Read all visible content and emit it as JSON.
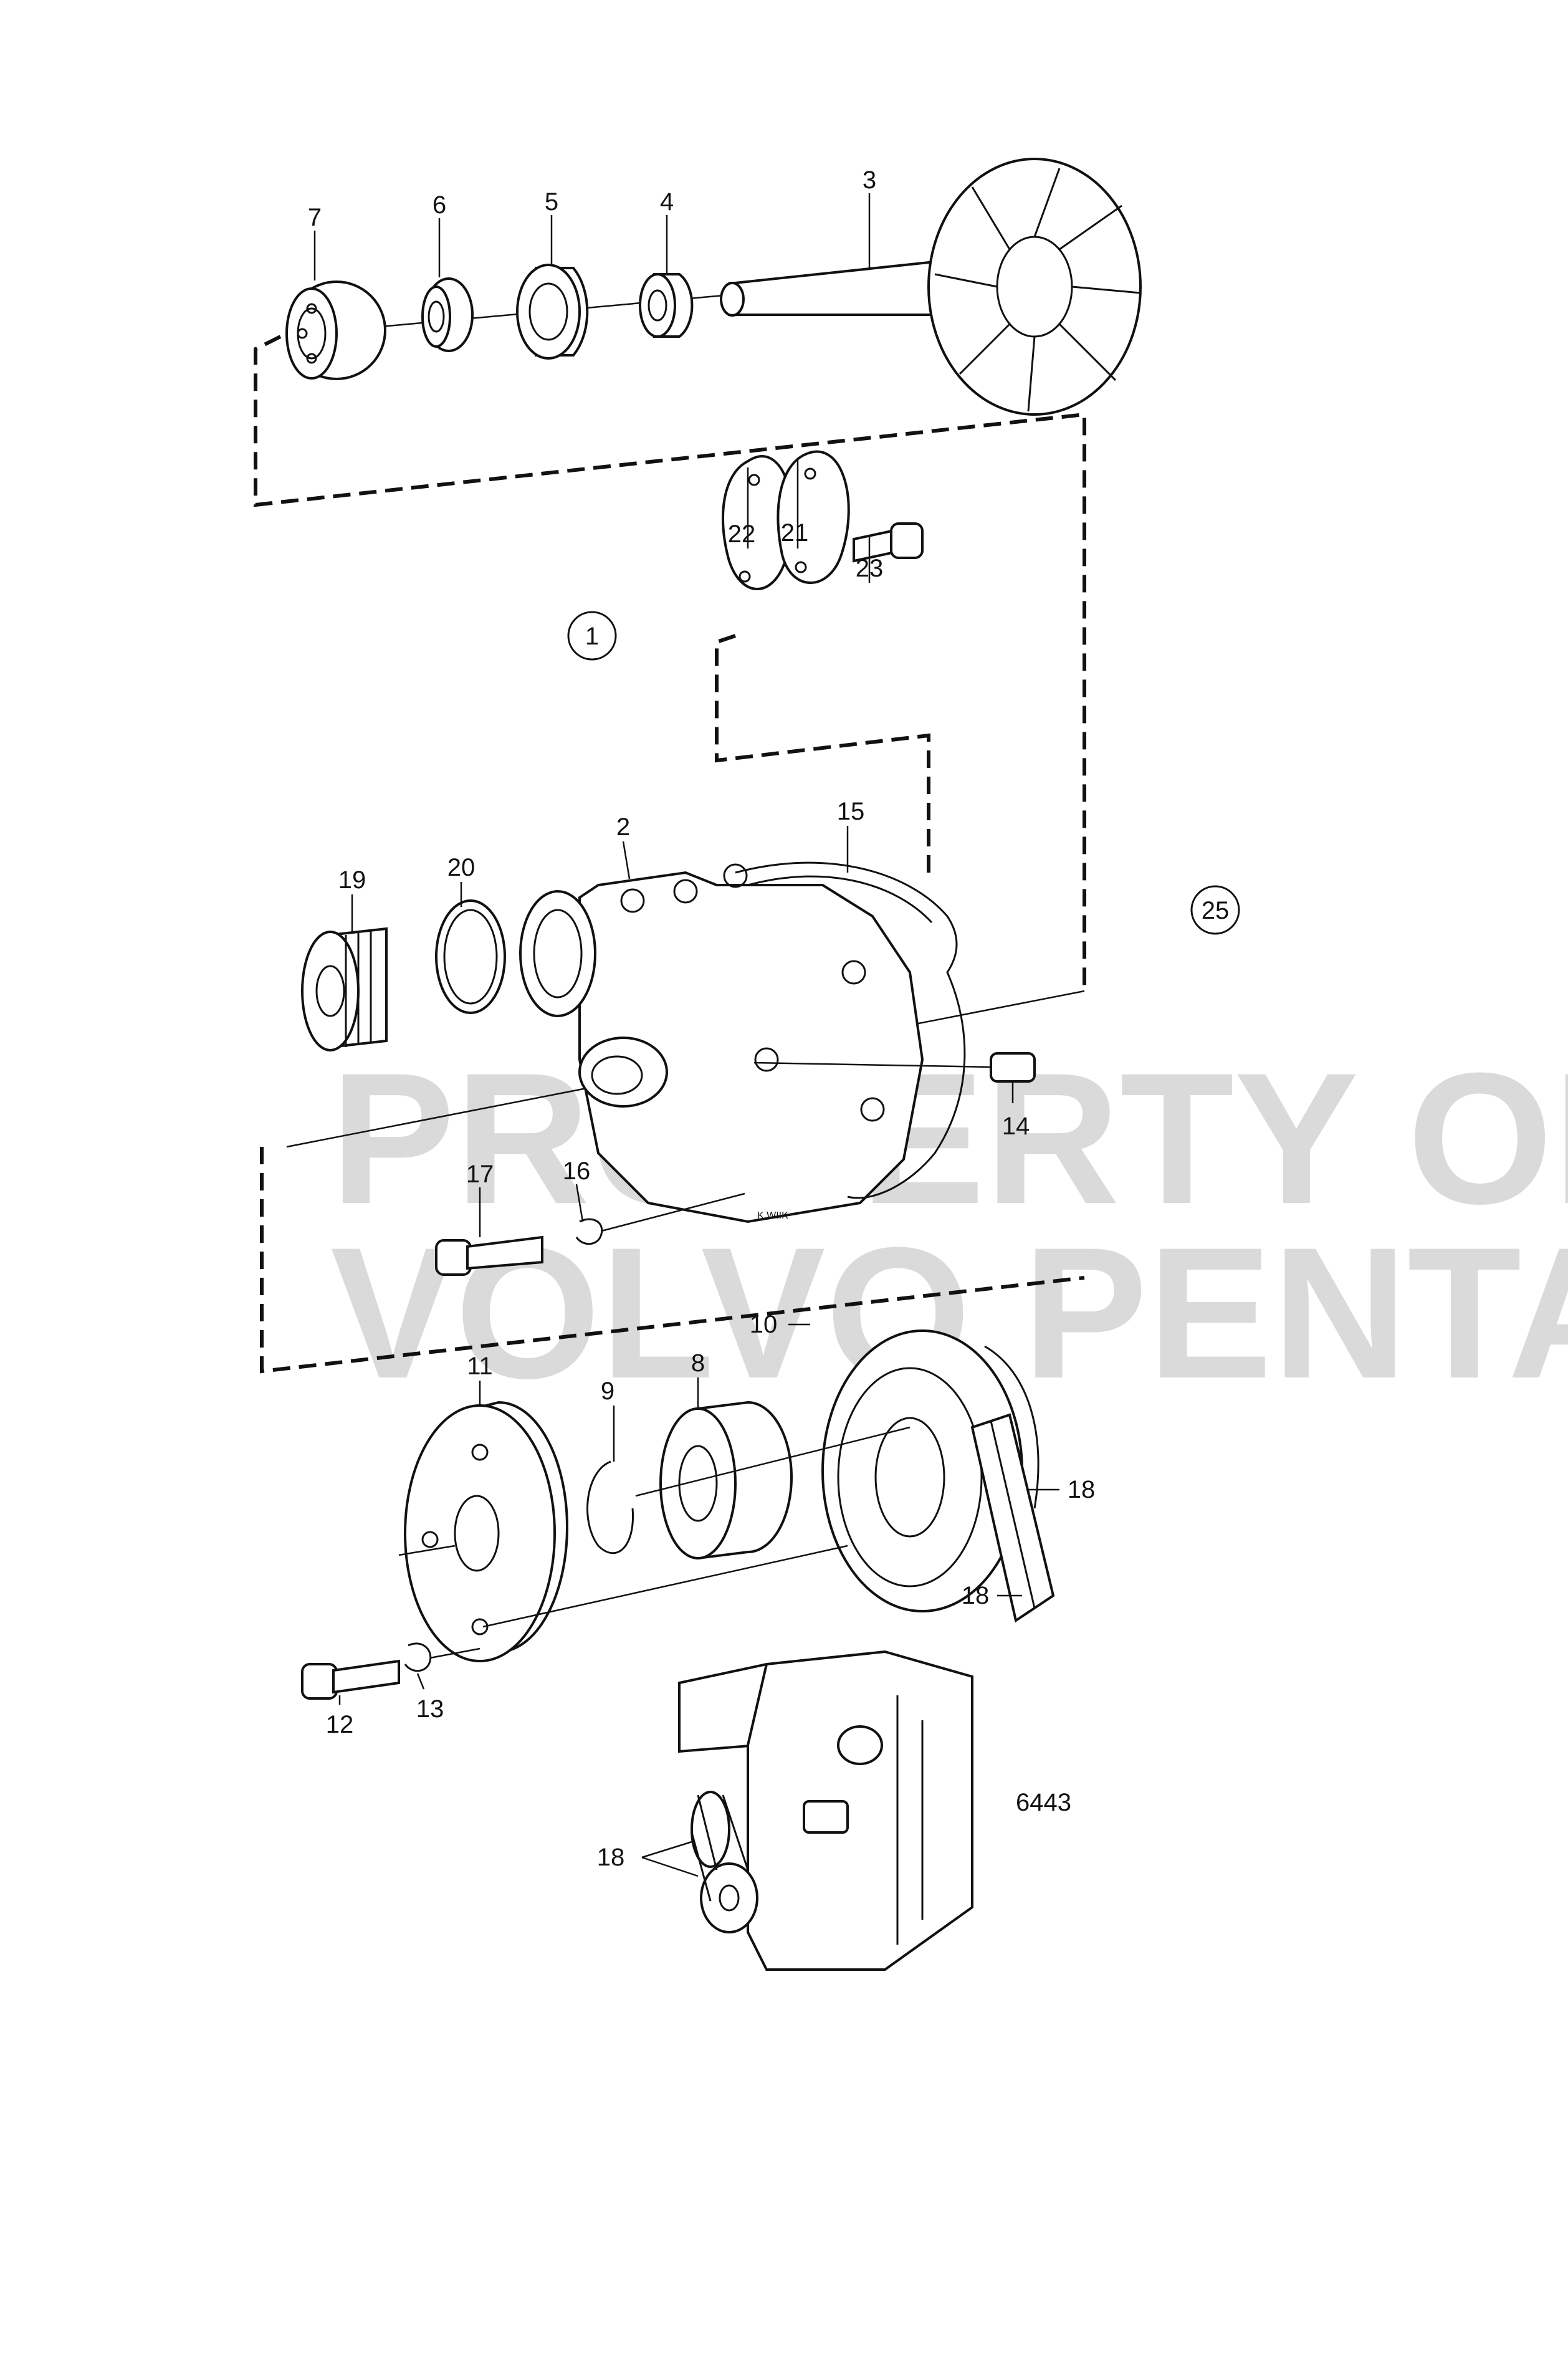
{
  "diagram": {
    "watermark_lines": [
      "PROPERTY OF",
      "VOLVO PENTA"
    ],
    "drawing_code": "6443",
    "casting_mark": "K.WIIK",
    "circled_labels": [
      "1",
      "25"
    ],
    "callouts": {
      "c2": "2",
      "c3": "3",
      "c4": "4",
      "c5": "5",
      "c6": "6",
      "c7": "7",
      "c8": "8",
      "c9": "9",
      "c10": "10",
      "c11": "11",
      "c12": "12",
      "c13": "13",
      "c14": "14",
      "c15": "15",
      "c16": "16",
      "c17": "17",
      "c18a": "18",
      "c18b": "18",
      "c18c": "18",
      "c19": "19",
      "c20": "20",
      "c21": "21",
      "c22": "22",
      "c23": "23"
    }
  }
}
